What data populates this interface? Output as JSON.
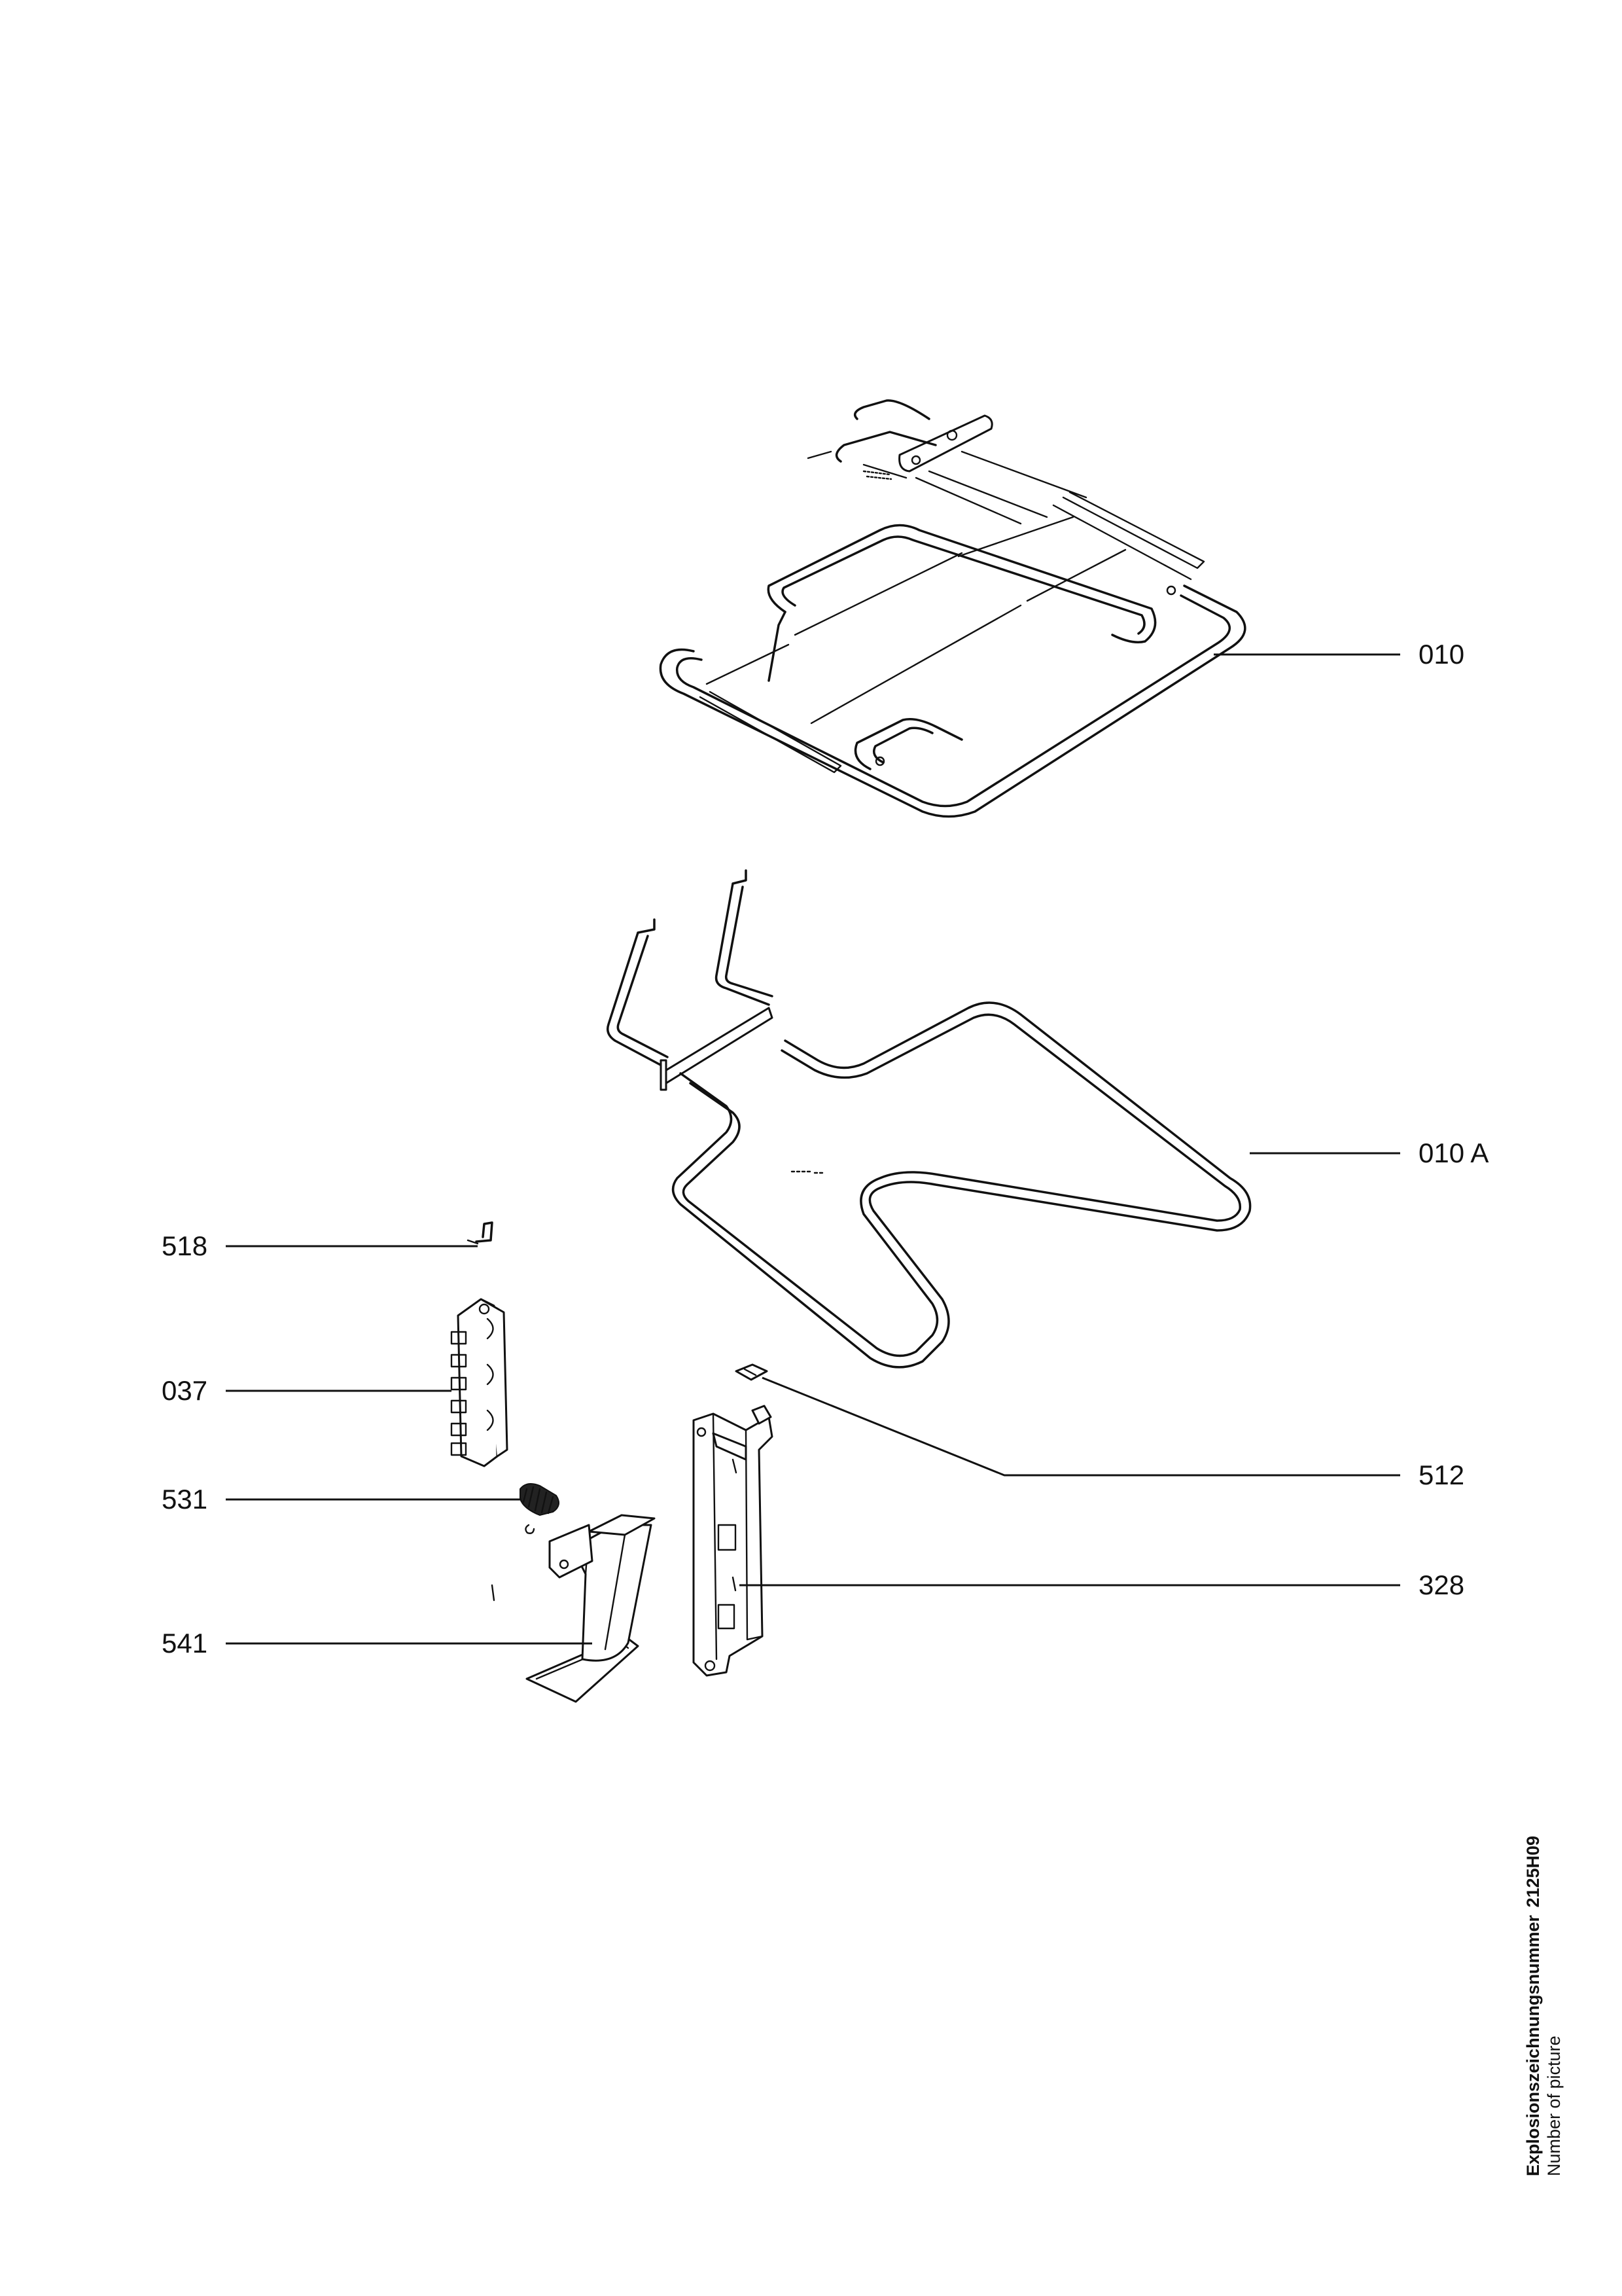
{
  "callouts": {
    "c010": "010",
    "c010a": "010 A",
    "c518": "518",
    "c037": "037",
    "c531": "531",
    "c541": "541",
    "c512": "512",
    "c328": "328"
  },
  "footer": {
    "drawing_number_label": "Explosionszeichnungsnummer",
    "drawing_number": "2125H09",
    "number_of_picture": "Number of picture"
  }
}
